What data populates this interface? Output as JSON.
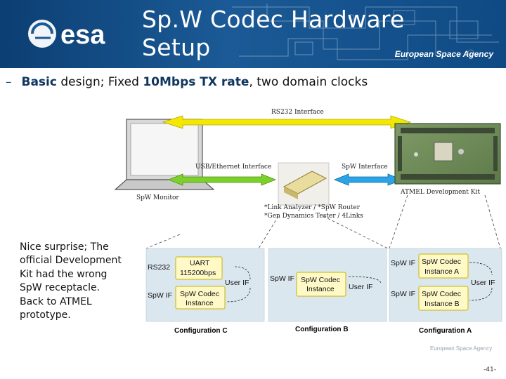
{
  "header": {
    "title": "Sp.W Codec Hardware\nSetup",
    "agency": "European Space Agency",
    "logo_text": "esa"
  },
  "bullet": {
    "bold1": "Basic",
    "text1": " design; Fixed ",
    "bold2": "10Mbps TX rate",
    "text2": ", two domain clocks"
  },
  "note": "Nice surprise; The official Development Kit had the wrong SpW receptacle. Back to ATMEL prototype.",
  "diagram": {
    "rs232_interface": "RS232 Interface",
    "usb_interface": "USB/Ethernet Interface",
    "spw_interface": "SpW Interface",
    "spw_monitor": "SpW Monitor",
    "atmel_kit": "ATMEL Development Kit",
    "analyzer_line1": "*Link Analyzer / *SpW Router",
    "analyzer_line2": "*Gen Dynamics Tester / 4Links",
    "config_c": {
      "label": "Configuration C",
      "rs232": "RS232",
      "uart": "UART",
      "baud": "115200bps",
      "user_if": "User IF",
      "spw_if": "SpW IF",
      "codec_line1": "SpW Codec",
      "codec_line2": "Instance"
    },
    "config_b": {
      "label": "Configuration B",
      "spw_if": "SpW IF",
      "codec_line1": "SpW Codec",
      "codec_line2": "Instance",
      "user_if": "User IF"
    },
    "config_a": {
      "label": "Configuration A",
      "spw_if_a": "SpW IF",
      "codec_a_line1": "SpW Codec",
      "codec_a_line2": "Instance A",
      "user_if": "User IF",
      "spw_if_b": "SpW IF",
      "codec_b_line1": "SpW Codec",
      "codec_b_line2": "Instance B"
    }
  },
  "footer": {
    "agency": "European Space Agency",
    "page": "-41-"
  },
  "colors": {
    "header": "#1b5a96",
    "yellow_arrow": "#f2e800",
    "green_arrow": "#7bd12a",
    "blue_arrow": "#2aa3e8",
    "config_bg": "#dbe7ef",
    "box_fill": "#fff9c8"
  }
}
